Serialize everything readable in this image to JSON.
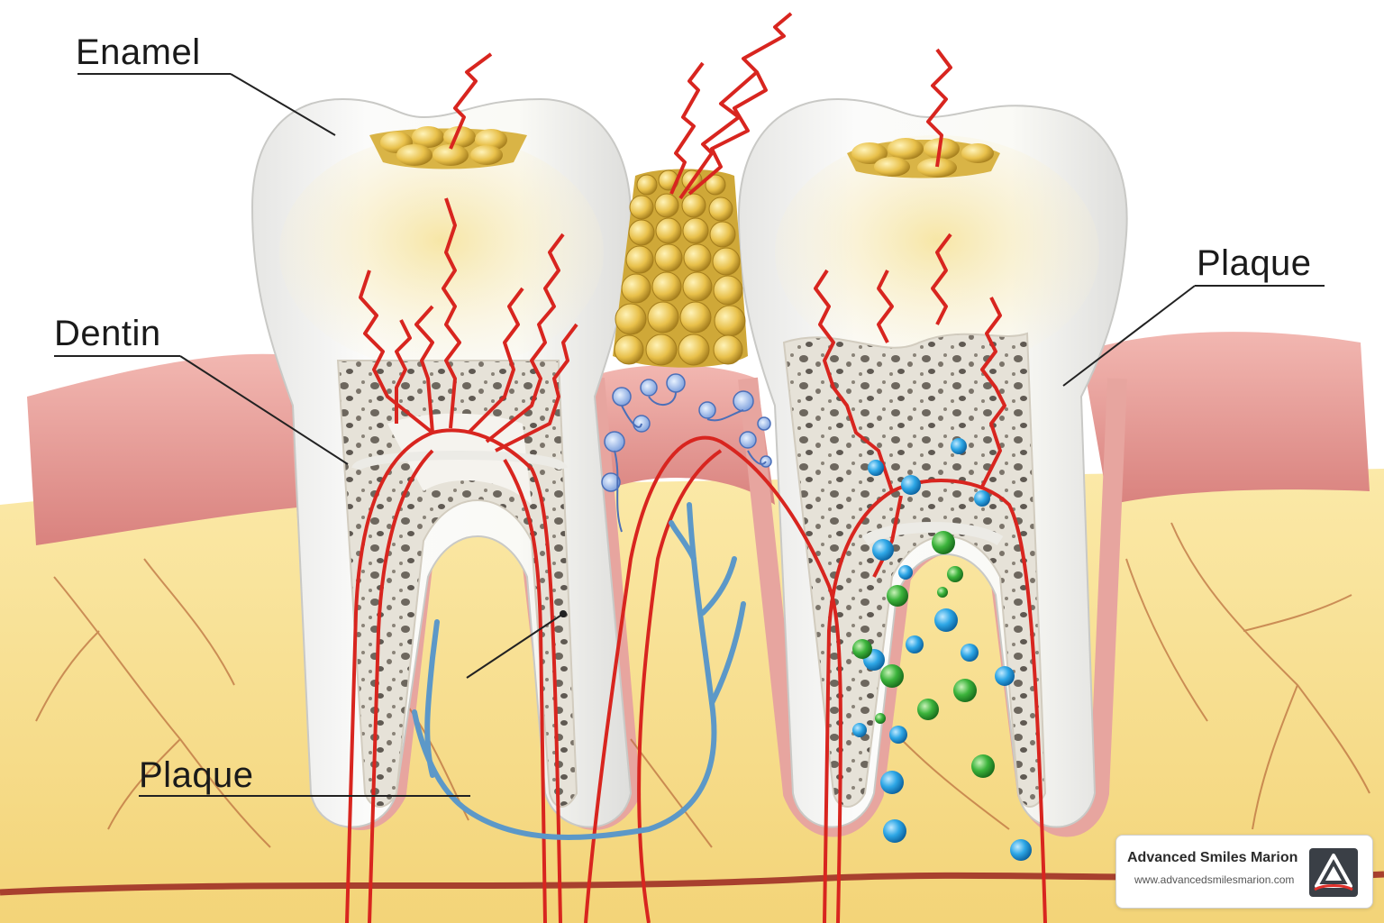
{
  "labels": {
    "enamel": "Enamel",
    "dentin": "Dentin",
    "plaque_right": "Plaque",
    "plaque_bottom": "Plaque"
  },
  "branding": {
    "name": "Advanced Smiles Marion",
    "url": "www.advancedsmilesmarion.com",
    "logo_icon": "tooth-triangle-logo-icon"
  },
  "colors": {
    "gum": "#e89a96",
    "bone": "#f6dc8a",
    "enamel": "#f4f4f2",
    "dentin": "#e9e4d8",
    "nerve": "#d8251f",
    "plaque": "#e8c04a",
    "bacteria_blue": "#2ea7e6",
    "bacteria_green": "#3cb43c",
    "vein": "#5c98c8"
  }
}
